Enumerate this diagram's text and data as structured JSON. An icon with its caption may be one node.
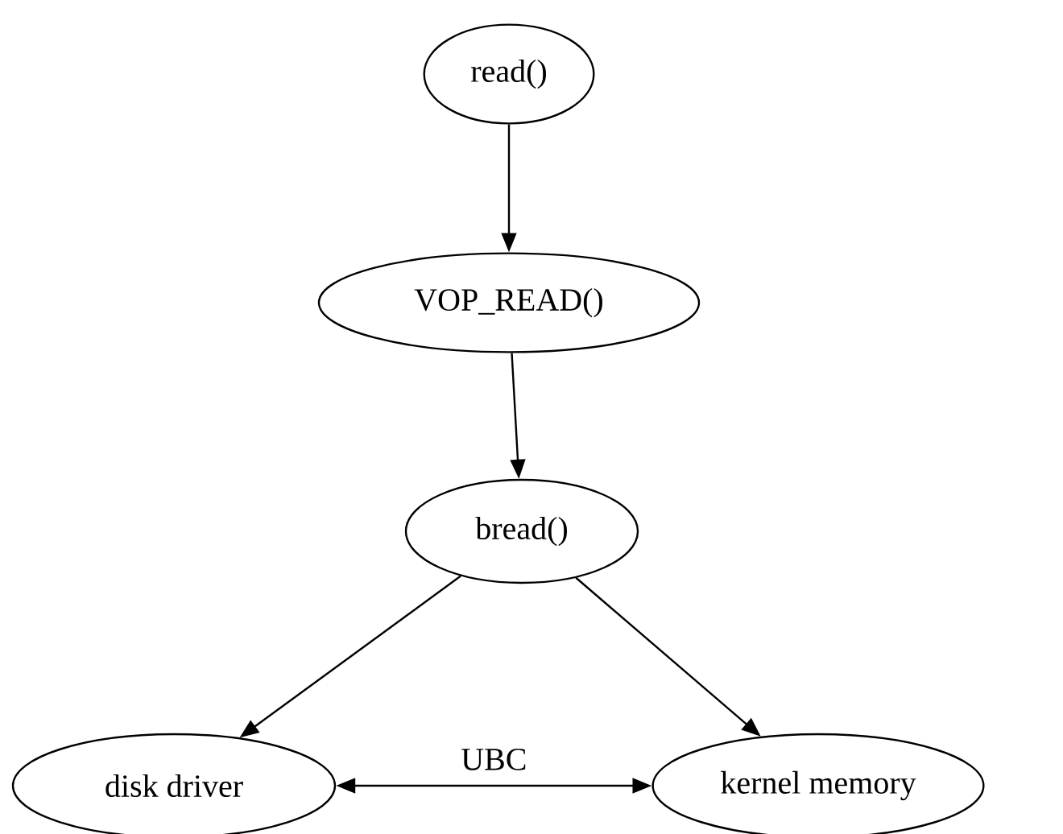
{
  "diagram": {
    "nodes": [
      {
        "text": [
          "read()"
        ]
      },
      {
        "text": [
          "VOP_READ()"
        ]
      },
      {
        "text": [
          "bread()"
        ]
      },
      {
        "text": [
          "disk driver"
        ]
      },
      {
        "text": [
          "kernel memory"
        ]
      }
    ],
    "edges": [
      {
        "from": 0,
        "to": 1,
        "arrow": "to"
      },
      {
        "from": 1,
        "to": 2,
        "arrow": "to"
      },
      {
        "from": 2,
        "to": 3,
        "arrow": "to"
      },
      {
        "from": 2,
        "to": 4,
        "arrow": "to"
      },
      {
        "from": 3,
        "to": 4,
        "arrow": "both",
        "label": "UBC"
      }
    ]
  }
}
